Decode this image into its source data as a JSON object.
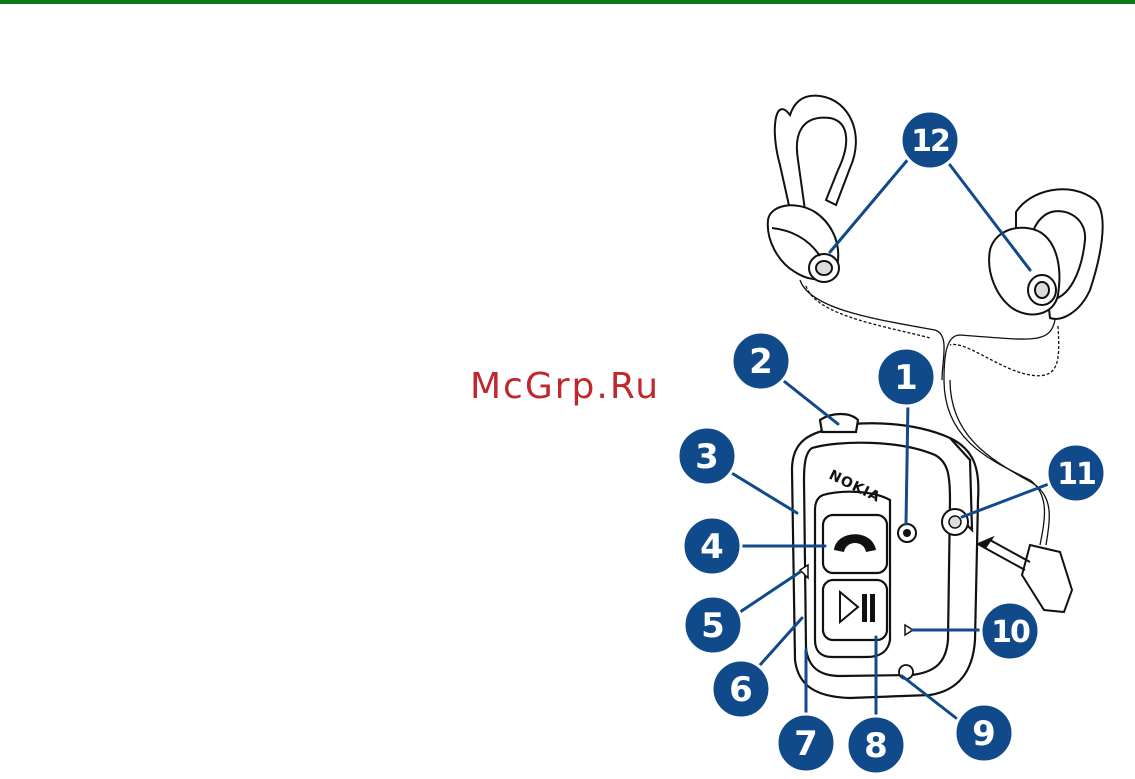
{
  "colors": {
    "rule": "#0d7a1a",
    "watermark": "#c0282d",
    "callout_fill": "#114a8b",
    "callout_ring": "#ffffff",
    "callout_line": "#114a8b",
    "outline": "#111111"
  },
  "watermark": "McGrp.Ru",
  "device_brand": "NOKIA",
  "callouts": [
    {
      "id": "c1",
      "label": "1"
    },
    {
      "id": "c2",
      "label": "2"
    },
    {
      "id": "c3",
      "label": "3"
    },
    {
      "id": "c4",
      "label": "4"
    },
    {
      "id": "c5",
      "label": "5"
    },
    {
      "id": "c6",
      "label": "6"
    },
    {
      "id": "c7",
      "label": "7"
    },
    {
      "id": "c8",
      "label": "8"
    },
    {
      "id": "c9",
      "label": "9"
    },
    {
      "id": "c10",
      "label": "10"
    },
    {
      "id": "c11",
      "label": "11"
    },
    {
      "id": "c12",
      "label": "12"
    }
  ]
}
